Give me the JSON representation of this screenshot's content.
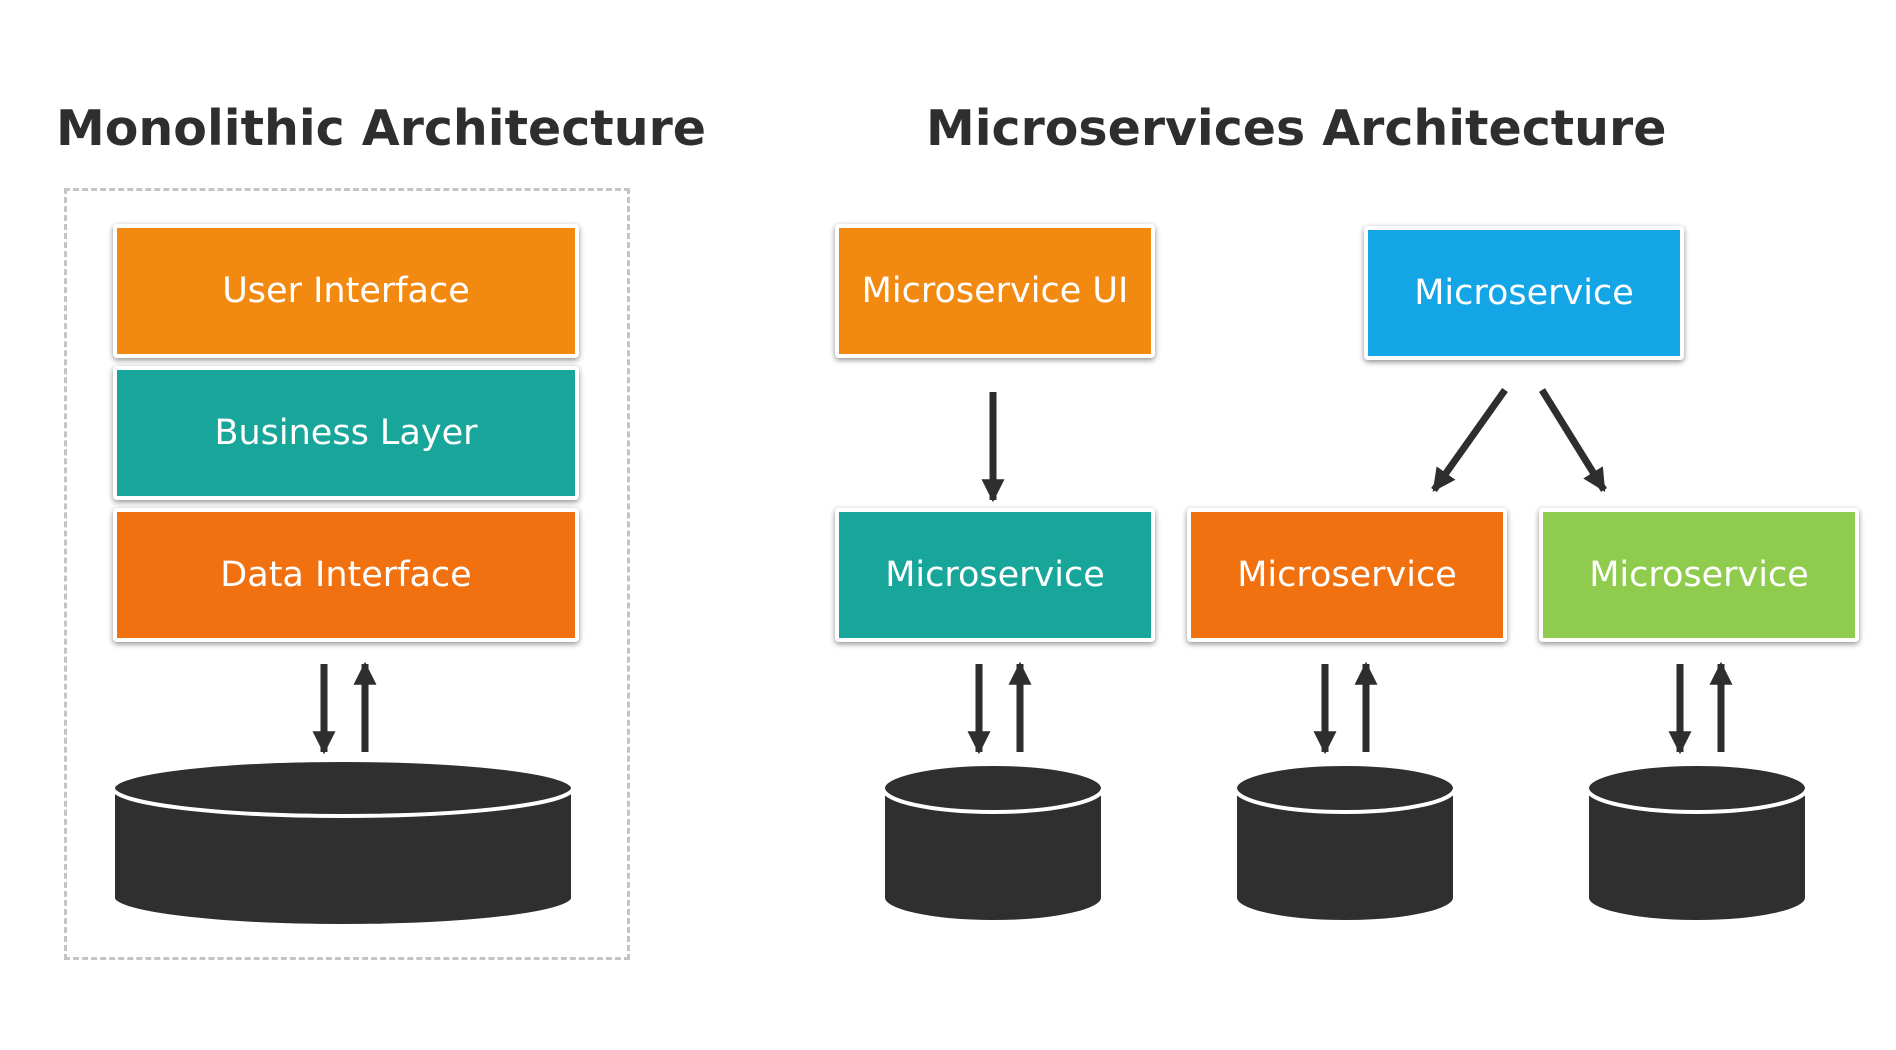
{
  "diagram": {
    "monolithic": {
      "title": "Monolithic Architecture",
      "layers": [
        {
          "label": "User Interface",
          "color": "#f28a12"
        },
        {
          "label": "Business Layer",
          "color": "#19a69a"
        },
        {
          "label": "Data Interface",
          "color": "#f17010"
        }
      ],
      "database_color": "#2f2f2f"
    },
    "microservices": {
      "title": "Microservices Architecture",
      "ui_service": {
        "label": "Microservice UI",
        "color": "#f28a12"
      },
      "gateway_service": {
        "label": "Microservice",
        "color": "#13a5e5"
      },
      "services": [
        {
          "label": "Microservice",
          "color": "#19a69a"
        },
        {
          "label": "Microservice",
          "color": "#f17010"
        },
        {
          "label": "Microservice",
          "color": "#8fcc4d"
        }
      ],
      "database_color": "#2f2f2f",
      "arrow_color": "#2e2e2e"
    }
  }
}
